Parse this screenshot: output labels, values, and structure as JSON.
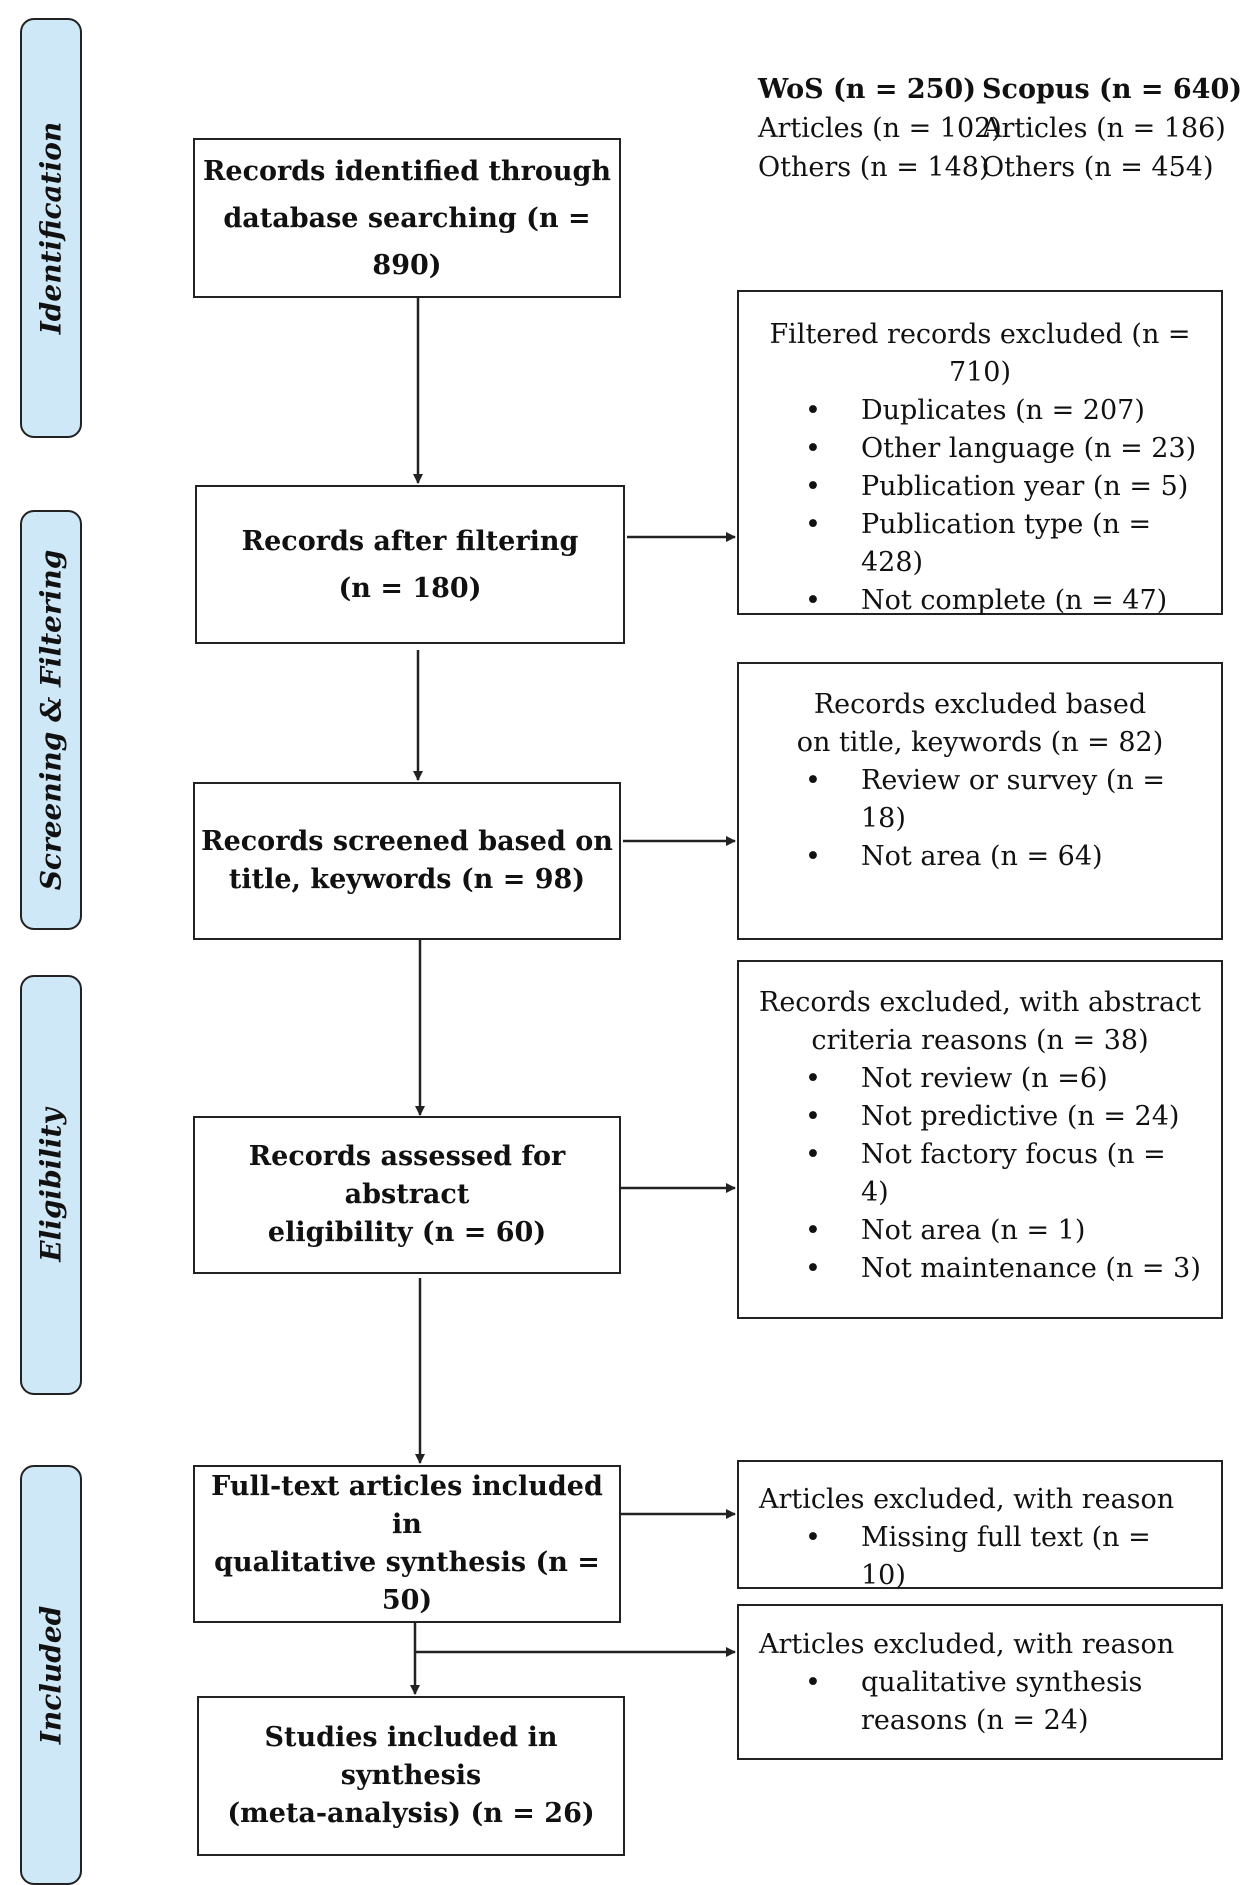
{
  "phases": [
    {
      "id": "identification",
      "label": "Identification"
    },
    {
      "id": "screening",
      "label": "Screening & Filtering"
    },
    {
      "id": "eligibility",
      "label": "Eligibility"
    },
    {
      "id": "included",
      "label": "Included"
    }
  ],
  "databases": {
    "wos": {
      "title": "WoS (n = 250)",
      "articles": "Articles (n = 102)",
      "others": "Others (n = 148)"
    },
    "scopus": {
      "title": "Scopus (n = 640)",
      "articles": "Articles (n = 186)",
      "others": "Others (n = 454)"
    }
  },
  "main_boxes": {
    "identified": {
      "line1": "Records identified through",
      "line2": "database searching (n = 890)"
    },
    "filtered": {
      "line1": "Records after filtering",
      "line2": "(n = 180)"
    },
    "screened": {
      "line1": "Records screened based on",
      "line2": "title, keywords (n = 98)"
    },
    "assessed": {
      "line1": "Records assessed for abstract",
      "line2": "eligibility (n = 60)"
    },
    "fulltext": {
      "line1": "Full-text articles included in",
      "line2": "qualitative synthesis (n = 50)"
    },
    "studies": {
      "line1": "Studies included in synthesis",
      "line2": "(meta-analysis) (n = 26)"
    }
  },
  "exclusion_boxes": {
    "filter_excluded": {
      "title": "Filtered records excluded (n = 710)",
      "items": [
        "Duplicates (n = 207)",
        "Other language (n = 23)",
        "Publication year (n = 5)",
        "Publication type (n = 428)",
        "Not complete (n = 47)"
      ]
    },
    "title_excluded": {
      "title1": "Records excluded based",
      "title2": "on title, keywords (n = 82)",
      "items": [
        "Review or survey (n = 18)",
        "Not area (n = 64)"
      ]
    },
    "abstract_excluded": {
      "title1": "Records excluded, with abstract",
      "title2": "criteria reasons (n = 38)",
      "items": [
        "Not review (n =6)",
        "Not predictive (n = 24)",
        "Not factory focus (n = 4)",
        "Not area (n = 1)",
        "Not maintenance (n = 3)"
      ]
    },
    "fulltext_excluded": {
      "title": "Articles excluded, with reason",
      "items": [
        "Missing full text (n = 10)"
      ]
    },
    "synthesis_excluded": {
      "title": "Articles excluded, with reason",
      "item_line1": "qualitative synthesis",
      "item_line2": "reasons (n = 24)"
    }
  }
}
